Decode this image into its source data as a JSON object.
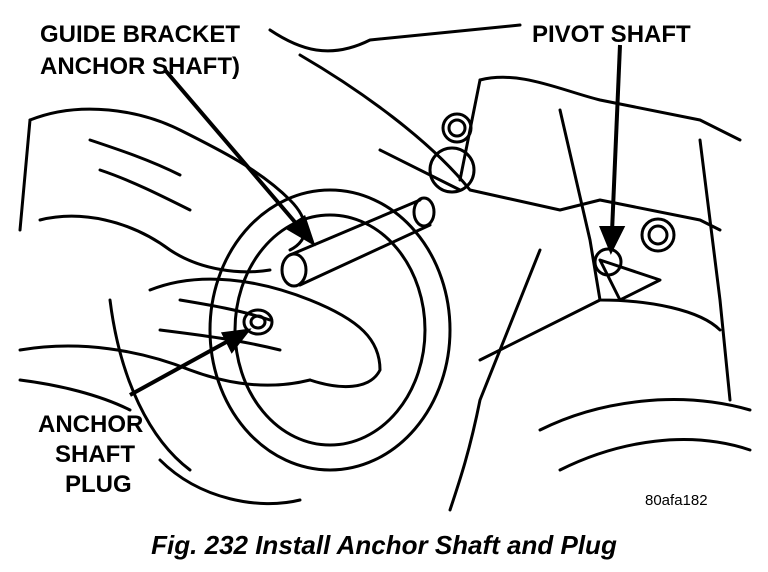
{
  "labels": {
    "guide_bracket_line1": "GUIDE BRACKET",
    "guide_bracket_line2": "ANCHOR SHAFT)",
    "pivot_shaft": "PIVOT SHAFT",
    "anchor_line1": "ANCHOR",
    "anchor_line2": "SHAFT",
    "anchor_line3": "PLUG"
  },
  "figure_code": "80afa182",
  "caption": "Fig. 232 Install Anchor Shaft and Plug"
}
